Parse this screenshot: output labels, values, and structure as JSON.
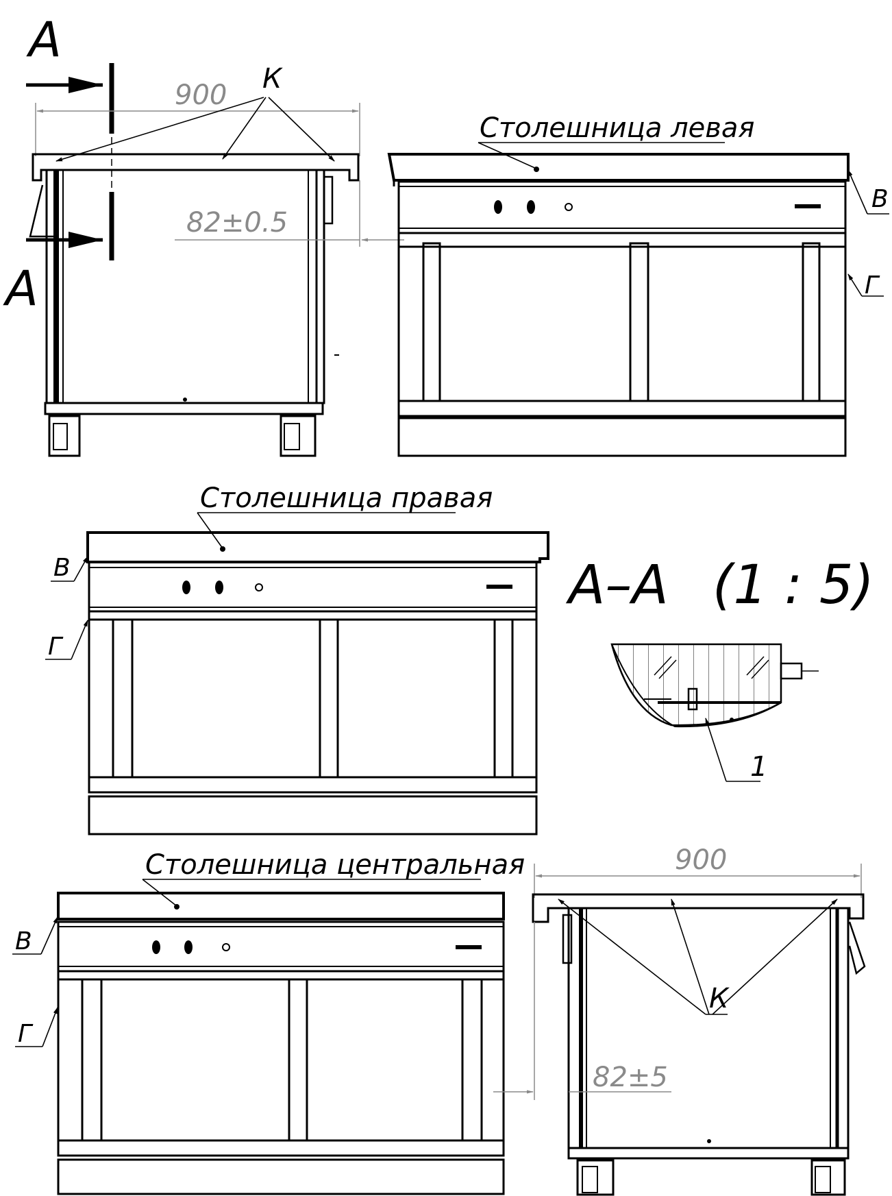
{
  "section_marks": {
    "letter": "A",
    "title": "A–A",
    "scale": "(1 : 5)"
  },
  "dimensions": {
    "width_top": "900",
    "gap_top": "82±0.5",
    "width_bottom": "900",
    "gap_bottom": "82±5"
  },
  "labels": {
    "k": "К",
    "v": "В",
    "g": "Г",
    "callout_1": "1",
    "tabletop_left": "Столешница левая",
    "tabletop_right": "Столешница правая",
    "tabletop_central": "Столешница центральная"
  },
  "colors": {
    "line": "#000000",
    "dimension": "#8a8a8a",
    "background": "#ffffff"
  }
}
